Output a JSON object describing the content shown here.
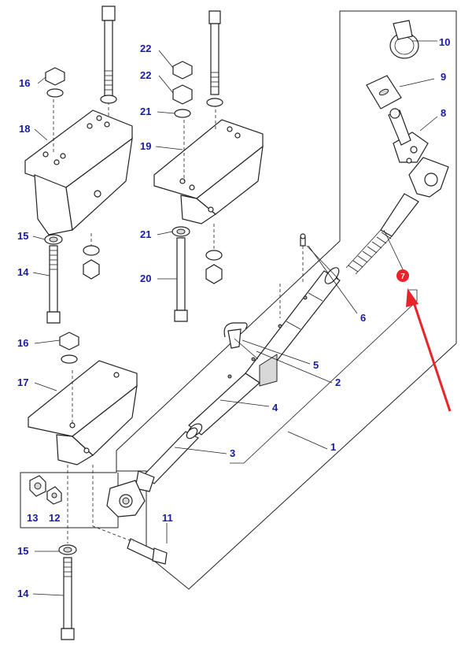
{
  "labels": {
    "l1": "1",
    "l2": "2",
    "l3": "3",
    "l4": "4",
    "l5": "5",
    "l6": "6",
    "l7": "7",
    "l8": "8",
    "l9": "9",
    "l10": "10",
    "l11": "11",
    "l12": "12",
    "l13": "13",
    "l14a": "14",
    "l14b": "14",
    "l15a": "15",
    "l15b": "15",
    "l16a": "16",
    "l16b": "16",
    "l17": "17",
    "l18": "18",
    "l19": "19",
    "l20": "20",
    "l21a": "21",
    "l21b": "21",
    "l22a": "22",
    "l22b": "22"
  },
  "colors": {
    "label_blue": "#1a1aa8",
    "highlight_red": "#e8242b",
    "line": "#222222"
  }
}
